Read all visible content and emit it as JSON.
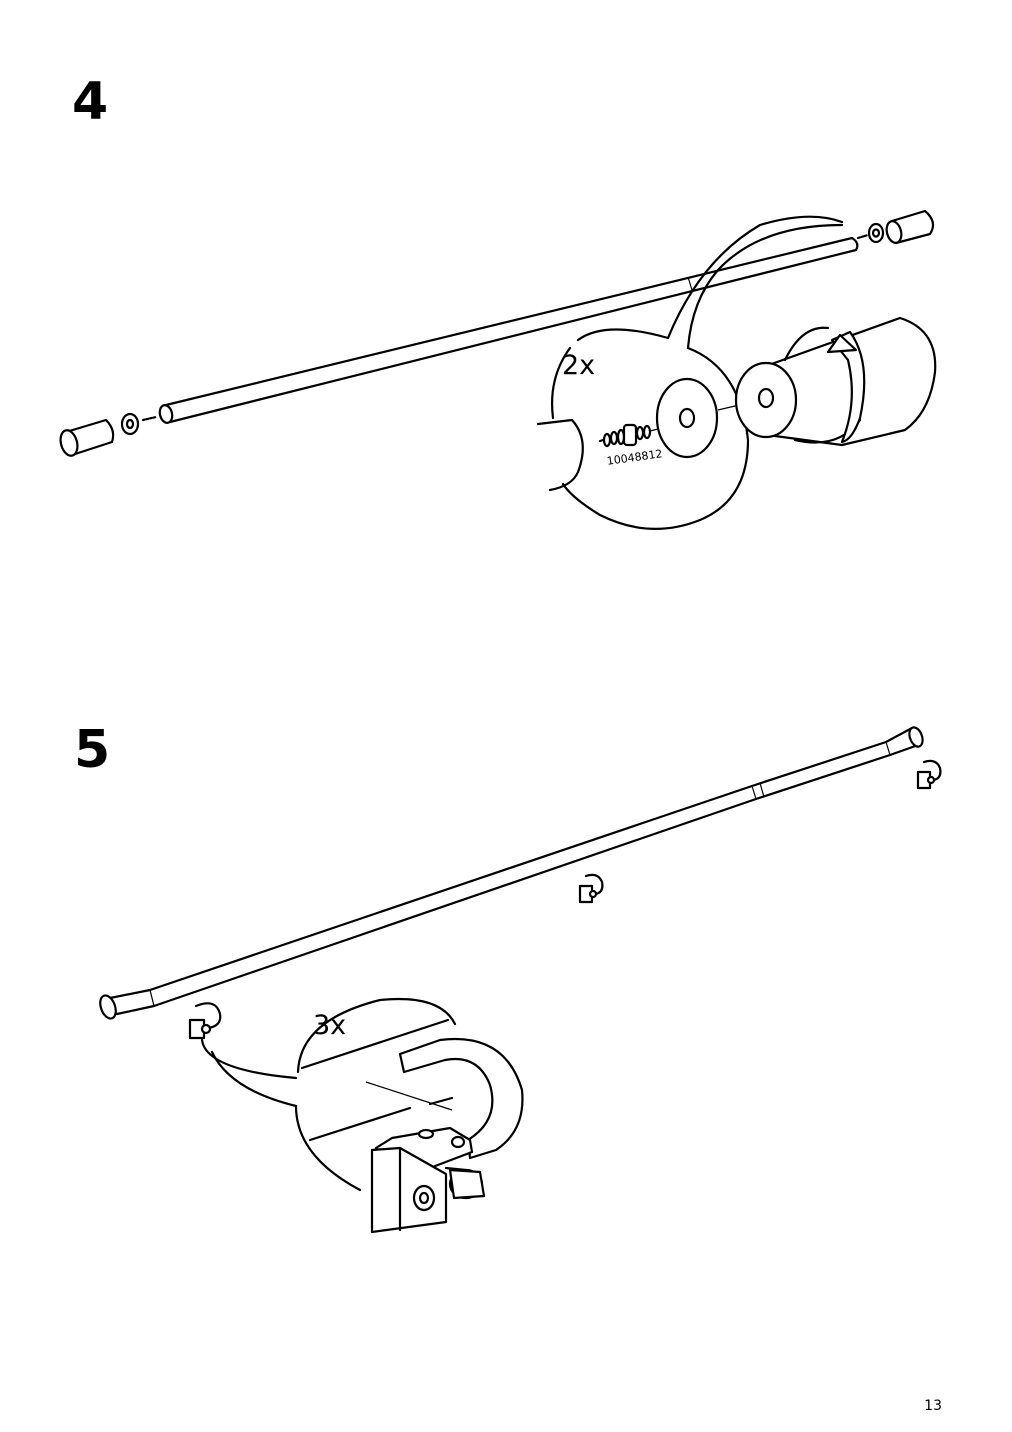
{
  "steps": [
    {
      "number": "4",
      "quantity": "2x",
      "part_number": "10048812"
    },
    {
      "number": "5",
      "quantity": "3x"
    }
  ],
  "page": {
    "number": "13"
  }
}
